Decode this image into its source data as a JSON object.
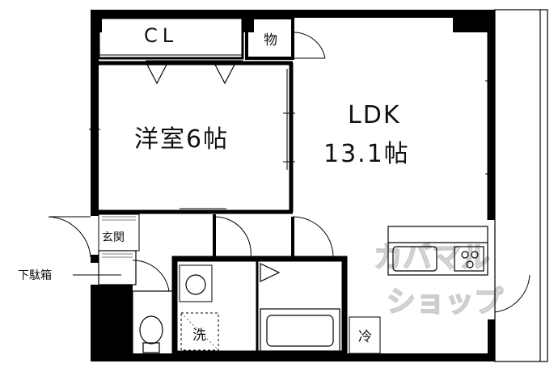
{
  "rooms": {
    "closet": "CL",
    "storage": "物",
    "western_room": "洋室6帖",
    "ldk_name": "LDK",
    "ldk_size": "13.1帖",
    "entrance": "玄関",
    "washroom": "洗",
    "refrigerator": "冷"
  },
  "annotations": {
    "shoe_box": "下駄箱"
  },
  "watermark": {
    "line1": "カバマル",
    "line2": "ショップ"
  }
}
